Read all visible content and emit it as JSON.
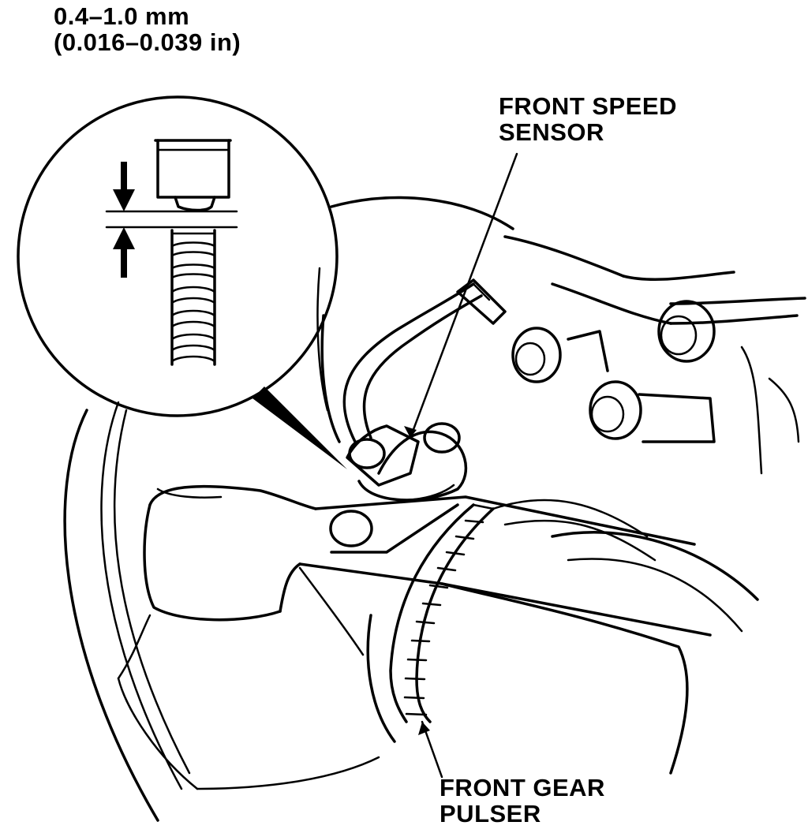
{
  "labels": {
    "gap_spec": {
      "line1": "0.4–1.0 mm",
      "line2": "(0.016–0.039 in)"
    },
    "front_speed_sensor": {
      "line1": "FRONT SPEED",
      "line2": "SENSOR"
    },
    "front_gear_pulser": {
      "line1": "FRONT GEAR",
      "line2": "PULSER"
    }
  },
  "colors": {
    "ink": "#000000",
    "paper": "#ffffff"
  }
}
